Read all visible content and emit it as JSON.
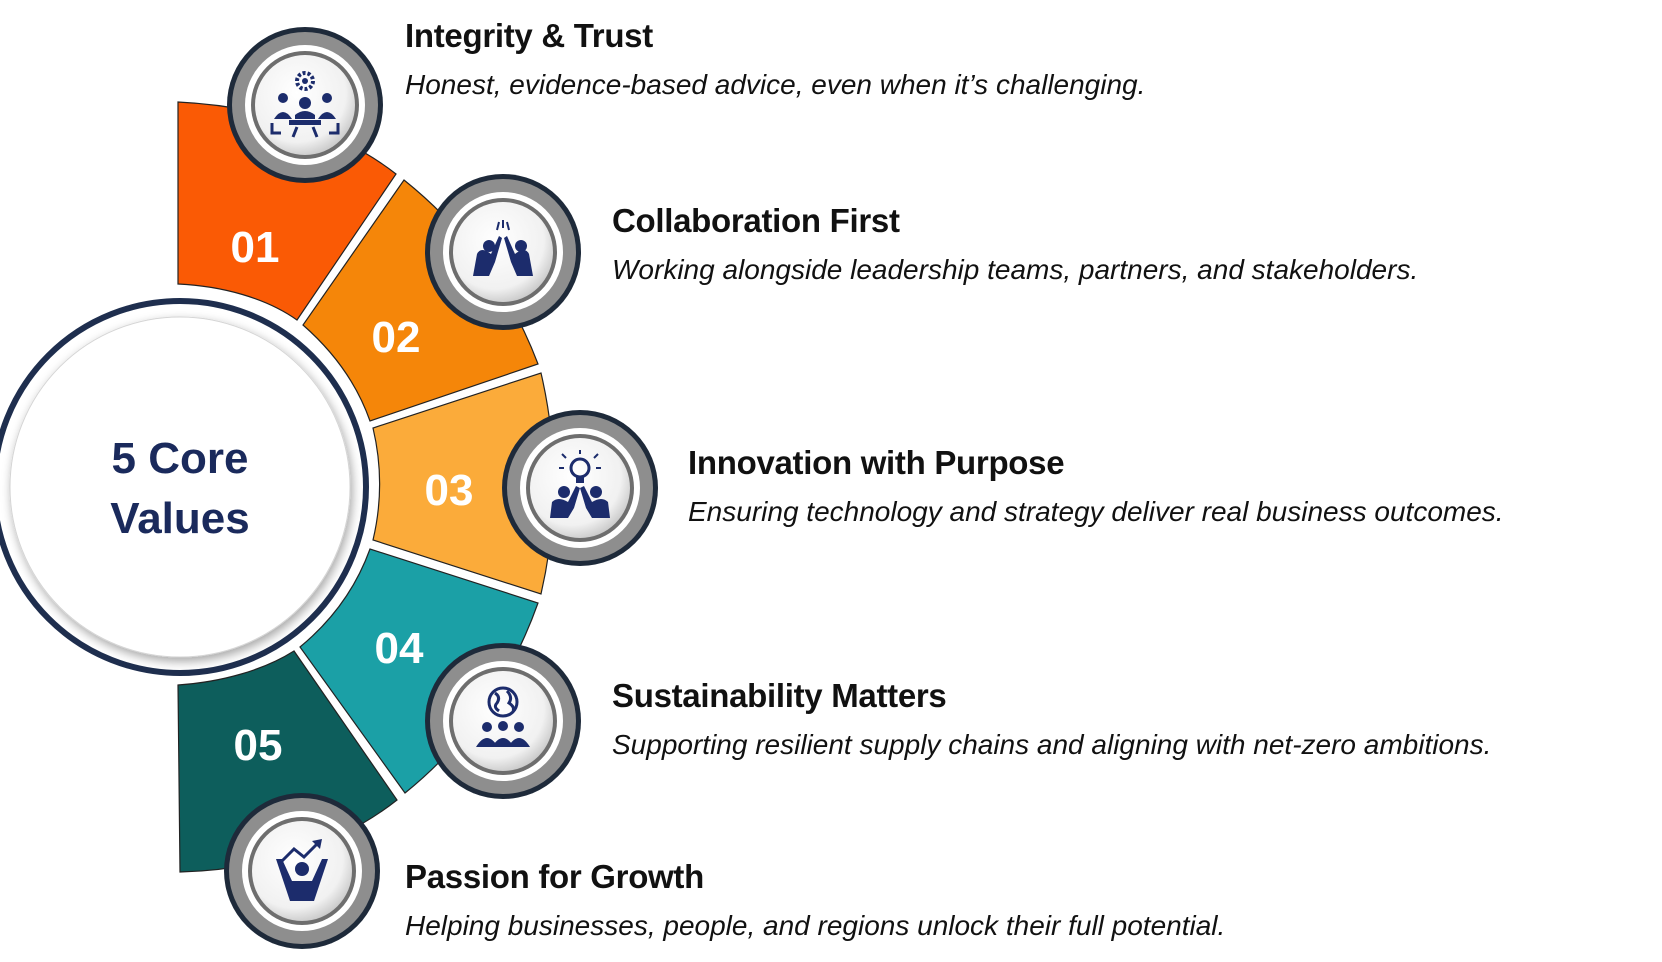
{
  "center": {
    "line1": "5 Core",
    "line2": "Values"
  },
  "colors": {
    "seg1": "#fa5a05",
    "seg2": "#f58609",
    "seg3": "#fbab3a",
    "seg4": "#1ba0a6",
    "seg5": "#0d5e5c",
    "text_dark": "#1a2a5c",
    "icon": "#1c2c6c"
  },
  "values": [
    {
      "number": "01",
      "title": "Integrity & Trust",
      "description": "Honest, evidence-based  advice, even when it’s challenging.",
      "icon": "team-meeting-gear-icon"
    },
    {
      "number": "02",
      "title": "Collaboration First",
      "description": "Working alongside leadership teams, partners, and stakeholders.",
      "icon": "high-five-icon"
    },
    {
      "number": "03",
      "title": "Innovation with Purpose",
      "description": "Ensuring technology  and strategy deliver real business outcomes.",
      "icon": "lightbulb-team-icon"
    },
    {
      "number": "04",
      "title": "Sustainability Matters",
      "description": "Supporting resilient supply chains and aligning with net-zero ambitions.",
      "icon": "globe-people-icon"
    },
    {
      "number": "05",
      "title": "Passion for Growth",
      "description": "Helping businesses,  people, and regions unlock their full potential.",
      "icon": "growth-arrow-person-icon"
    }
  ]
}
